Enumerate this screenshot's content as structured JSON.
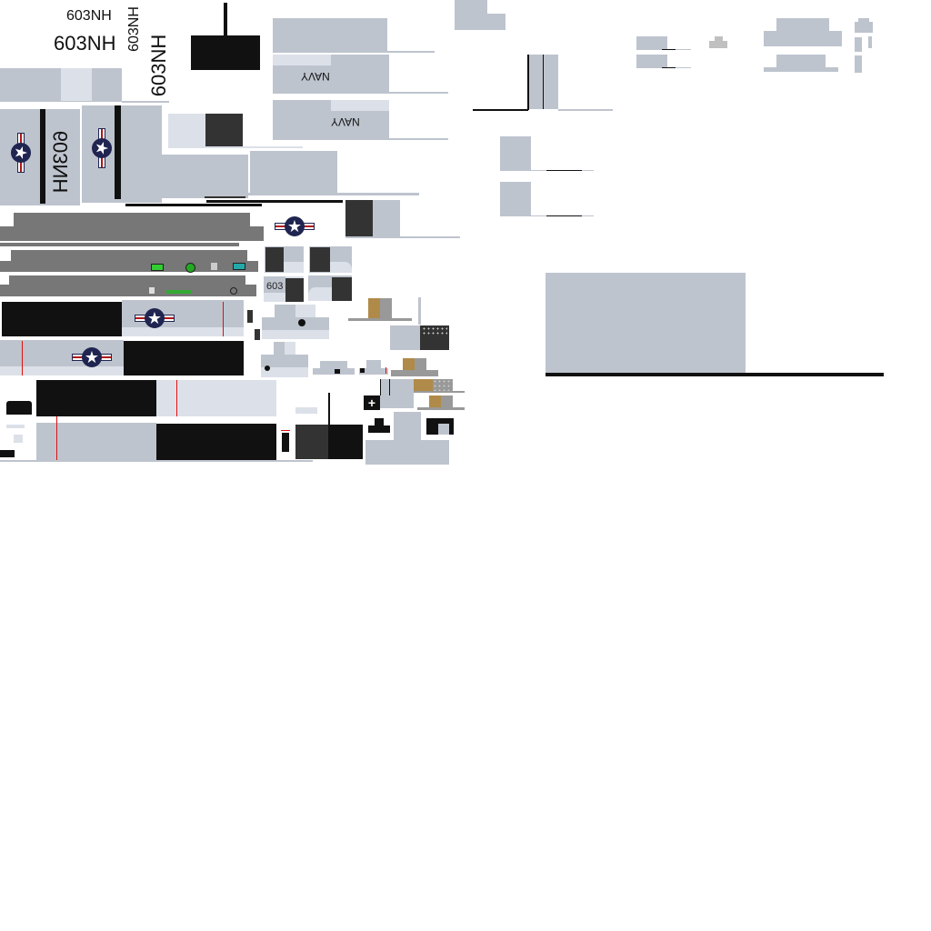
{
  "texture": {
    "tail_code_small": "603NH",
    "tail_code_large": "603NH",
    "tail_code_vertical_small": "603NH",
    "tail_code_vertical_large": "603NH",
    "tail_code_mirrored": "603NH",
    "navy_label_1": "NAVY",
    "navy_label_2": "NAVY",
    "nose_number": "603",
    "roundel_star": "★",
    "plus_symbol": "+"
  },
  "colors": {
    "panel_gray": "#bec4ce",
    "panel_light": "#dce0e8",
    "dark": "#333333",
    "black": "#111111",
    "cockpit_gray": "#777777",
    "stripe_red": "#e01010",
    "roundel_navy": "#1f2550",
    "wood": "#b08a48"
  }
}
